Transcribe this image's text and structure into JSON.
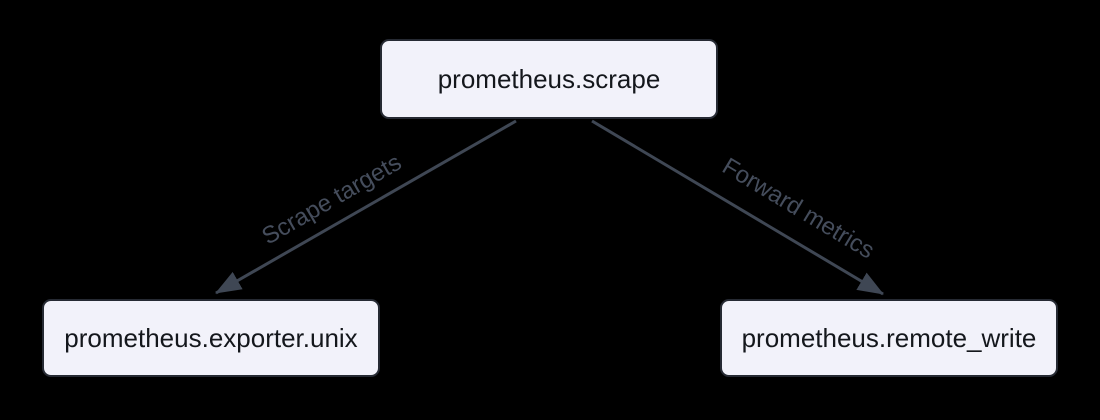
{
  "diagram": {
    "type": "flowchart",
    "background_color": "#000000",
    "node_fill_color": "#f2f2fa",
    "node_border_color": "#262a33",
    "node_text_color": "#14171c",
    "edge_color": "#3f4754",
    "edge_label_color": "#454d5c",
    "nodes": [
      {
        "id": "scrape",
        "label": "prometheus.scrape"
      },
      {
        "id": "exporter",
        "label": "prometheus.exporter.unix"
      },
      {
        "id": "remote_write",
        "label": "prometheus.remote_write"
      }
    ],
    "edges": [
      {
        "from": "scrape",
        "to": "exporter",
        "label": "Scrape targets"
      },
      {
        "from": "scrape",
        "to": "remote_write",
        "label": "Forward metrics"
      }
    ]
  }
}
